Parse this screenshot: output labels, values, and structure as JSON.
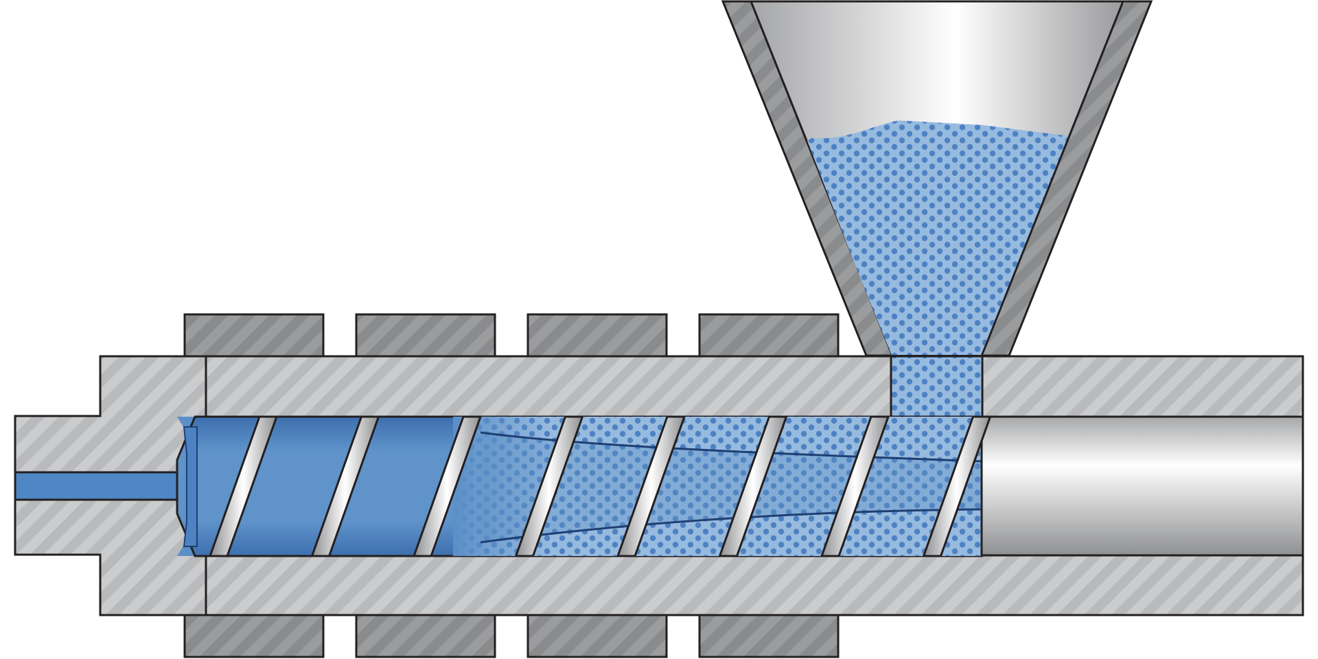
{
  "diagram": {
    "subject": "injection-molding-barrel-cross-section",
    "colors": {
      "background": "#ffffff",
      "outline": "#231f20",
      "hatch_light_base": "#b9babc",
      "hatch_light_stripe": "#cbcccd",
      "hatch_dark_base": "#8a8b8d",
      "hatch_dark_stripe": "#9b9c9e",
      "melt_blue": "#5b8fc7",
      "melt_blue_dark": "#3c6fae",
      "pellet_fill": "#8fb4de",
      "pellet_dot": "#4a7fc0",
      "steel_light": "#ffffff",
      "steel_dark": "#9fa0a2",
      "flight_line": "#1e3f73"
    },
    "parts": [
      {
        "id": "nozzle",
        "icon": "nozzle-shape"
      },
      {
        "id": "barrel",
        "icon": "hatched-barrel"
      },
      {
        "id": "heater-bands",
        "count": 8,
        "icon": "heater-band"
      },
      {
        "id": "hopper",
        "icon": "funnel"
      },
      {
        "id": "screw",
        "flights": 8,
        "icon": "screw-flight"
      },
      {
        "id": "plastic-pellets",
        "icon": "pellet-dots"
      },
      {
        "id": "molten-plastic",
        "icon": "melt-fill"
      }
    ]
  }
}
